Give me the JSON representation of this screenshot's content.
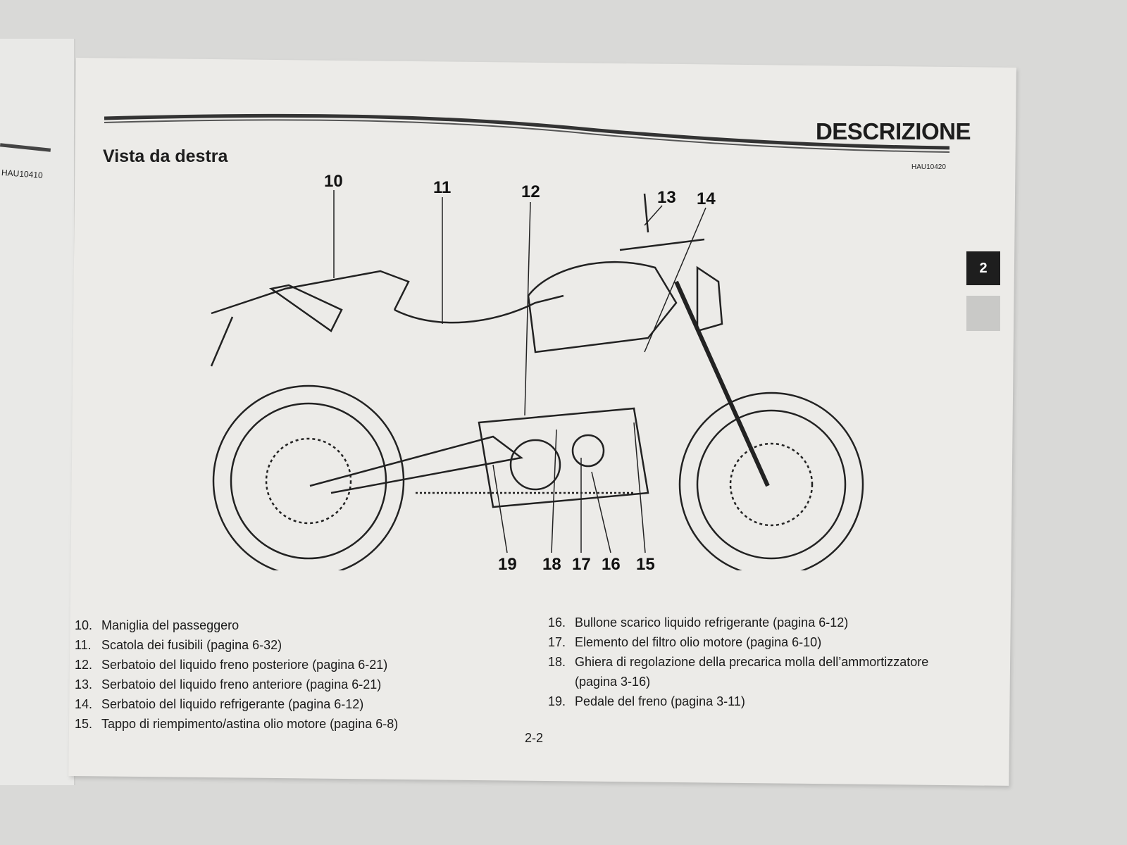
{
  "left_page": {
    "code": "HAU10410"
  },
  "header": {
    "section_title": "DESCRIZIONE",
    "page_heading": "Vista da destra",
    "doc_code": "HAU10420"
  },
  "side_tab": {
    "chapter": "2"
  },
  "callouts": [
    "10",
    "11",
    "12",
    "13",
    "14",
    "15",
    "16",
    "17",
    "18",
    "19"
  ],
  "parts_left": [
    {
      "n": "10.",
      "text": "Maniglia del passeggero"
    },
    {
      "n": "11.",
      "text": "Scatola dei fusibili (pagina 6-32)"
    },
    {
      "n": "12.",
      "text": "Serbatoio del liquido freno posteriore (pagina 6-21)"
    },
    {
      "n": "13.",
      "text": "Serbatoio del liquido freno anteriore (pagina 6-21)"
    },
    {
      "n": "14.",
      "text": "Serbatoio del liquido refrigerante (pagina 6-12)"
    },
    {
      "n": "15.",
      "text": "Tappo di riempimento/astina olio motore (pagina 6-8)"
    }
  ],
  "parts_right": [
    {
      "n": "16.",
      "text": "Bullone scarico liquido refrigerante (pagina 6-12)"
    },
    {
      "n": "17.",
      "text": "Elemento del filtro olio motore (pagina 6-10)"
    },
    {
      "n": "18.",
      "text": "Ghiera di regolazione della precarica molla dell’ammortizzatore (pagina 3-16)"
    },
    {
      "n": "19.",
      "text": "Pedale del freno (pagina 3-11)"
    }
  ],
  "footer": {
    "page_number": "2-2"
  }
}
